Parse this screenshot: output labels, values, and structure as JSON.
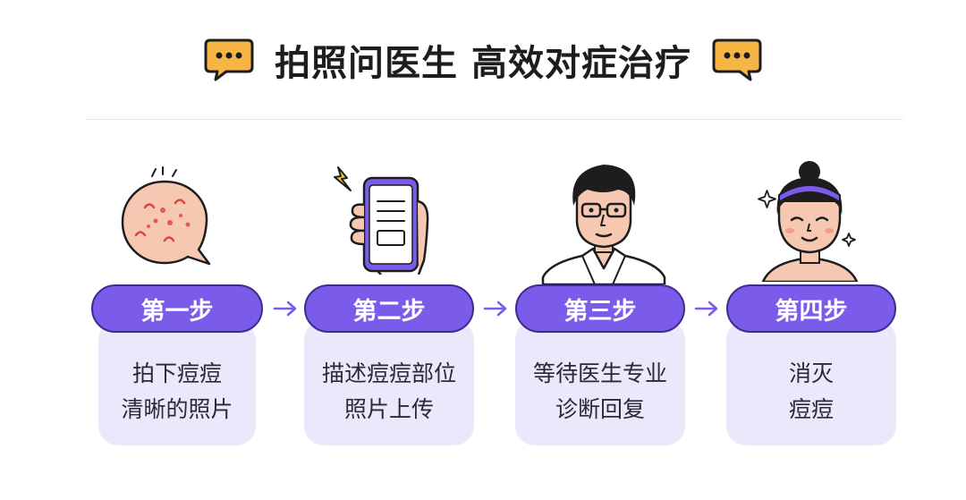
{
  "header": {
    "title": "拍照问医生 高效对症治疗",
    "left_icon": "chat-bubble-icon",
    "right_icon": "chat-bubble-icon"
  },
  "colors": {
    "accent": "#7b5cea",
    "accent_dark": "#3d2c8c",
    "card_bg": "#ece8fb",
    "bubble": "#f7b545",
    "skin": "#f6c8b2"
  },
  "steps": [
    {
      "label": "第一步",
      "lines": [
        "拍下痘痘",
        "清晰的照片"
      ],
      "illustration": "acne-face-icon"
    },
    {
      "label": "第二步",
      "lines": [
        "描述痘痘部位",
        "照片上传"
      ],
      "illustration": "phone-in-hand-icon"
    },
    {
      "label": "第三步",
      "lines": [
        "等待医生专业",
        "诊断回复"
      ],
      "illustration": "doctor-icon"
    },
    {
      "label": "第四步",
      "lines": [
        "消灭",
        "痘痘"
      ],
      "illustration": "clear-skin-face-icon"
    }
  ]
}
